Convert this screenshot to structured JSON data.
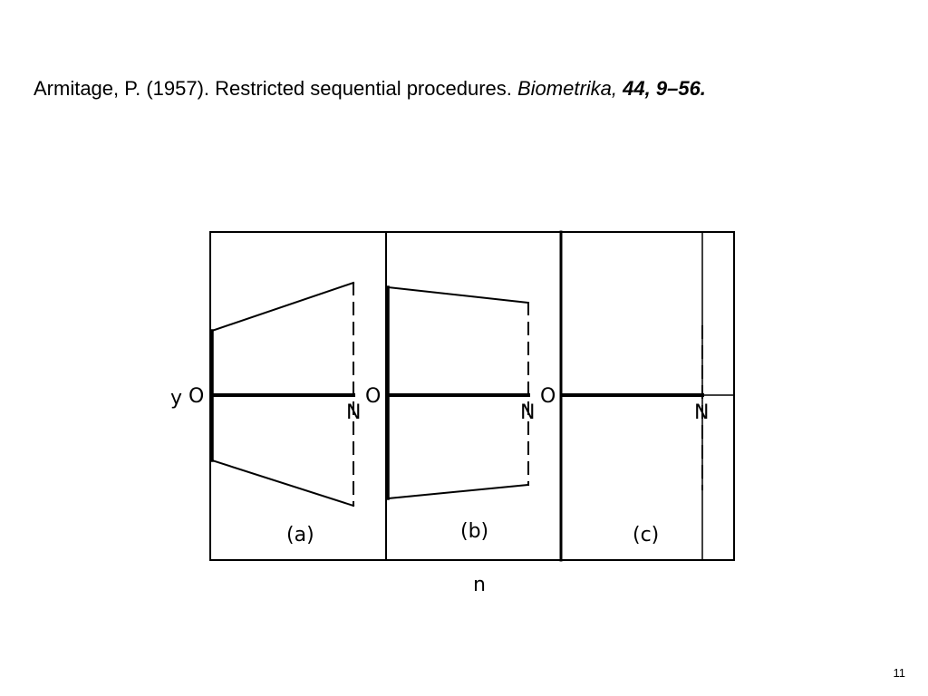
{
  "citation": {
    "authors_year_title": "Armitage, P. (1957). Restricted sequential procedures.",
    "journal": "Biometrika,",
    "volume_pages": "44, 9–56."
  },
  "diagram": {
    "y_axis_label": "y",
    "origin_label": "O",
    "end_label": "N",
    "x_axis_label": "n",
    "panels": [
      {
        "label": "(a)"
      },
      {
        "label": "(b)"
      },
      {
        "label": "(c)"
      }
    ]
  },
  "slide": {
    "page_number": "11"
  },
  "colors": {
    "ink": "#000000",
    "background": "#ffffff"
  }
}
